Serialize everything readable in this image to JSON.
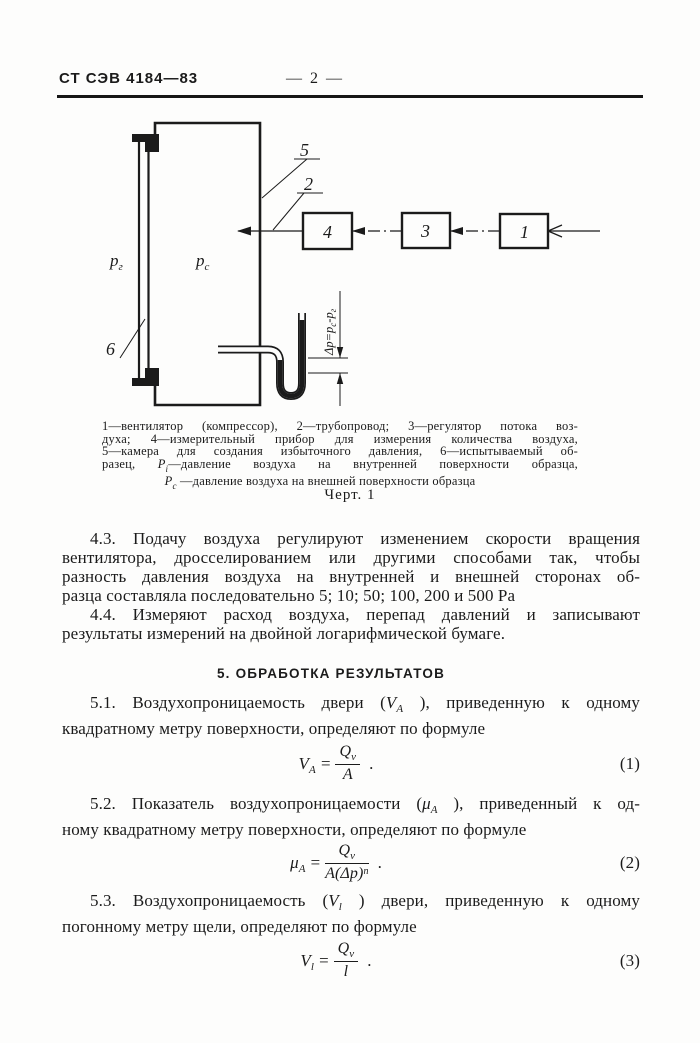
{
  "header": {
    "doc_number": "СТ СЭВ 4184—83",
    "page_number": "— 2 —"
  },
  "figure": {
    "boxes": {
      "b1": "1",
      "b3": "3",
      "b4": "4"
    },
    "callouts": {
      "c5": "5",
      "c2": "2",
      "c6": "6"
    },
    "pressure_left": {
      "base": "p",
      "sub": "г"
    },
    "pressure_inside": {
      "base": "p",
      "sub": "с"
    },
    "manometer_label": {
      "a": "Δp=p",
      "s1": "с",
      "b": "-p",
      "s2": "г"
    },
    "caption": {
      "l1": "1—вентилятор (компрессор), 2—трубопровод; 3—регулятор потока воз-",
      "l2": "духа; 4—измерительный прибор для измерения количества воздуха,",
      "l3": "5—камера для создания избыточного давления, 6—испытываемый об-",
      "l4a": "разец, ",
      "l4v": "P",
      "l4s": "i",
      "l4b": "—давление воздуха на внутренней поверхности образца,",
      "l5v": "P",
      "l5s": "с",
      "l5b": " —давление воздуха на внешней поверхности образца"
    },
    "title": "Черт. 1"
  },
  "body": {
    "p43": {
      "l1": "4.3. Подачу воздуха регулируют изменением скорости вращения",
      "l2": "вентилятора, дросселированием или другими способами так, чтобы",
      "l3": "разность давления воздуха на внутренней и внешней сторонах об-",
      "l4": "разца составляла последовательно 5; 10; 50; 100, 200 и 500 Ра"
    },
    "p44": {
      "l1": "4.4. Измеряют расход воздуха, перепад давлений и записывают",
      "l2": "результаты измерений на двойной логарифмической бумаге."
    },
    "h5": "5. ОБРАБОТКА РЕЗУЛЬТАТОВ",
    "p51": {
      "l1a": "5.1. Воздухопроницаемость двери (",
      "v": "V",
      "s": "A",
      "l1b": " ), приведенную к одному",
      "l2": "квадратному метру поверхности, определяют по формуле"
    },
    "p52": {
      "l1a": "5.2. Показатель воздухопроницаемости (",
      "v": "μ",
      "s": "A",
      "l1b": " ), приведенный к од-",
      "l2": "ному квадратному метру поверхности, определяют по формуле"
    },
    "p53": {
      "l1a": "5.3. Воздухопроницаемость (",
      "v": "V",
      "s": "l",
      "l1b": " ) двери, приведенную к одному",
      "l2": "погонному метру щели, определяют по формуле"
    }
  },
  "formulas": {
    "f1": {
      "lhs": "V",
      "lhs_sub": "A",
      "eq": "=",
      "num": "Q",
      "num_sub": "v",
      "den": "A",
      "dot": ".",
      "no": "(1)"
    },
    "f2": {
      "lhs": "μ",
      "lhs_sub": "A",
      "eq": "=",
      "num": "Q",
      "num_sub": "v",
      "den": "A(Δp)",
      "den_sup": "n",
      "dot": ".",
      "no": "(2)"
    },
    "f3": {
      "lhs": "V",
      "lhs_sub": "l",
      "eq": "=",
      "num": "Q",
      "num_sub": "v",
      "den": "l",
      "dot": ".",
      "no": "(3)"
    }
  }
}
